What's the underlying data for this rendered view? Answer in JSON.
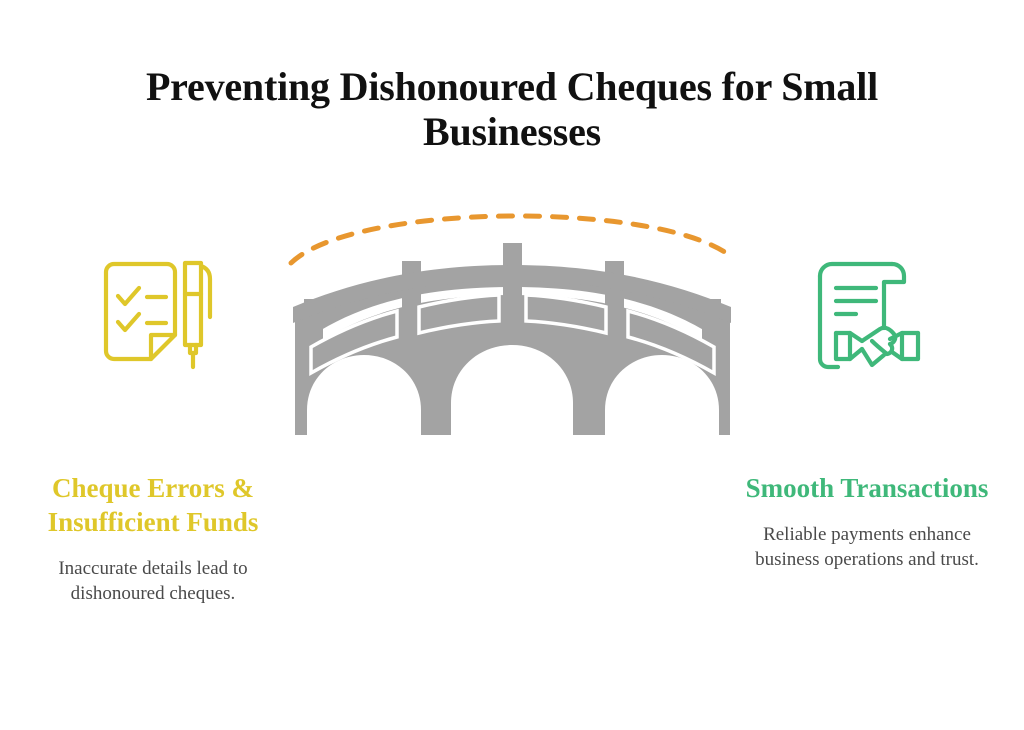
{
  "page": {
    "title": "Preventing Dishonoured Cheques for Small Businesses",
    "background_color": "#ffffff"
  },
  "colors": {
    "title_text": "#111111",
    "left_accent": "#dfc72a",
    "right_accent": "#3fb87a",
    "body_text": "#4a4a4a",
    "bridge_gray": "#a3a3a3",
    "dashed_arc_orange": "#e8972f",
    "railing_outline": "#ffffff"
  },
  "left_column": {
    "icon_name": "checklist-document-with-pen-icon",
    "icon_color": "#dfc72a",
    "heading": "Cheque Errors & Insufficient Funds",
    "body": "Inaccurate details lead to dishonoured cheques."
  },
  "right_column": {
    "icon_name": "contract-handshake-icon",
    "icon_color": "#3fb87a",
    "heading": "Smooth Transactions",
    "body": "Reliable payments enhance business operations and trust."
  },
  "center_graphic": {
    "name": "stone-bridge-illustration",
    "description": "Gray three-arch stone bridge with four railing posts and an orange dashed arc above",
    "arch_count": 3,
    "post_count": 4,
    "dashed_arc": {
      "color": "#e8972f",
      "style": "dashed",
      "stroke_width": 5
    }
  }
}
